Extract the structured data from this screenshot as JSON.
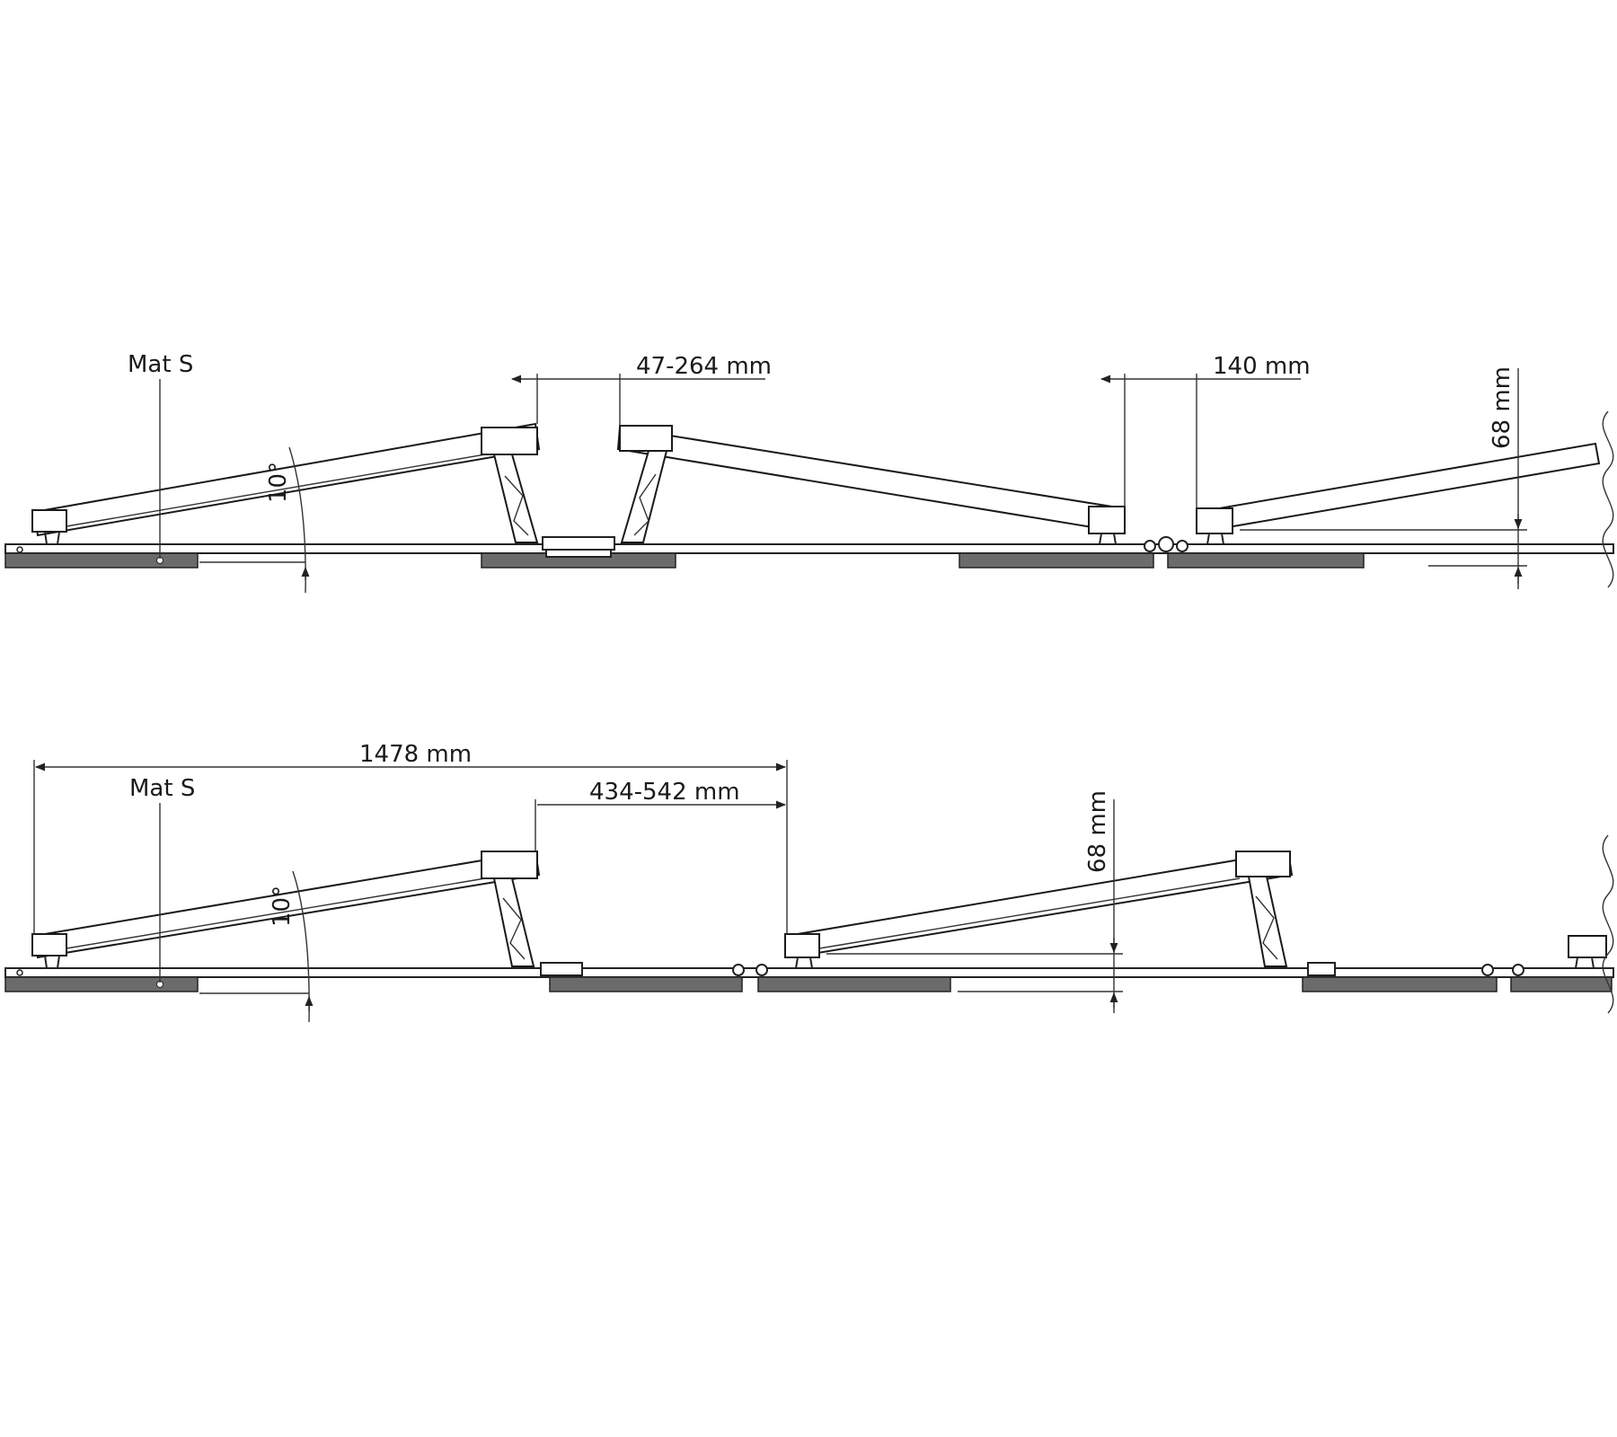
{
  "top_view": {
    "mat_label": "Mat S",
    "gap_label": "47-264 mm",
    "spacing_label": "140 mm",
    "height_label": "68 mm",
    "angle_label": "10°"
  },
  "bottom_view": {
    "mat_label": "Mat S",
    "length_label": "1478 mm",
    "gap_label": "434-542 mm",
    "height_label": "68 mm",
    "angle_label": "10°"
  }
}
